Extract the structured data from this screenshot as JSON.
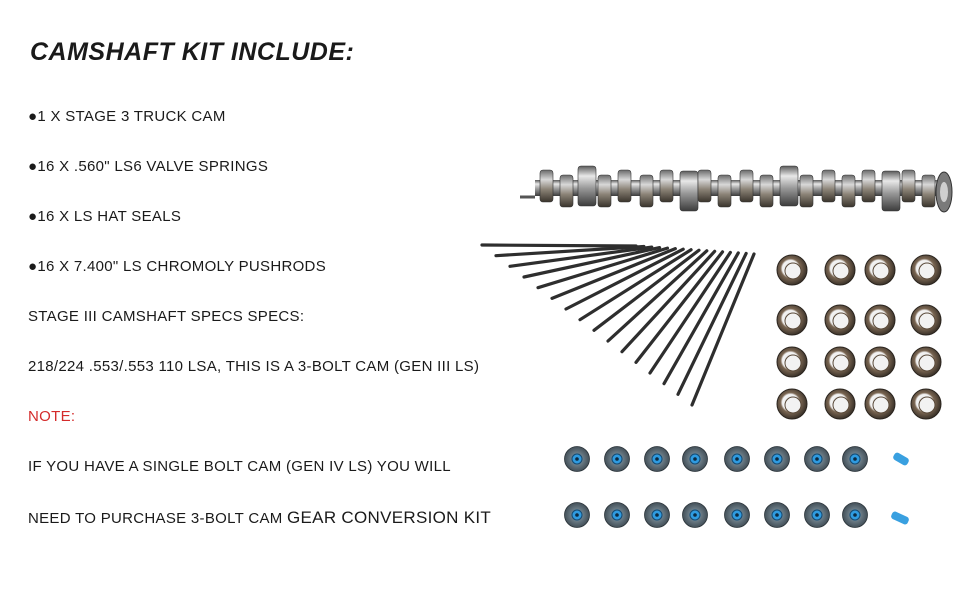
{
  "title": "CAMSHAFT KIT INCLUDE:",
  "lines": [
    "●1 X STAGE 3 TRUCK CAM",
    "●16 X .560\" LS6 VALVE SPRINGS",
    "●16 X LS HAT SEALS",
    "●16 X 7.400\" LS CHROMOLY PUSHRODS",
    "STAGE III CAMSHAFT SPECS SPECS:",
    "218/224 .553/.553 110 LSA, THIS IS A 3-BOLT CAM (GEN III LS)",
    "NOTE:",
    "IF YOU HAVE A SINGLE BOLT CAM (GEN IV LS) YOU WILL"
  ],
  "last_line": {
    "part1": "NEED TO PURCHASE 3-BOLT CAM ",
    "part2": "GEAR CONVERSION KIT"
  },
  "colors": {
    "text": "#1a1a1a",
    "note": "#d42b2b",
    "seal_blue": "#2f9be0",
    "metal": "#8a8a8a",
    "spring": "#6b5a48"
  },
  "parts": {
    "camshaft": "camshaft-illustration",
    "pushrods": 16,
    "valve_springs": 16,
    "hat_seals": 16,
    "locating_pins": 2
  }
}
